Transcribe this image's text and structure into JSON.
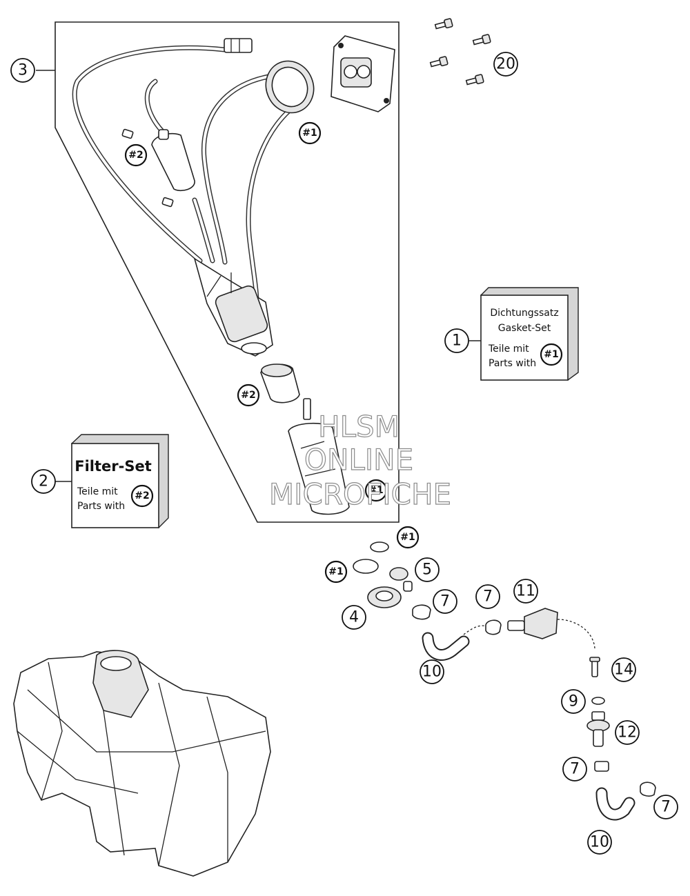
{
  "callouts": {
    "c1": "1",
    "c2": "2",
    "c3": "3",
    "c4": "4",
    "c5": "5",
    "c7": "7",
    "c9": "9",
    "c10": "10",
    "c11": "11",
    "c12": "12",
    "c14": "14",
    "c20": "20"
  },
  "refs": {
    "r1": "#1",
    "r2": "#2"
  },
  "gasket_box": {
    "line1": "Dichtungssatz",
    "line2": "Gasket-Set",
    "line3": "Teile mit",
    "line4": "Parts with"
  },
  "filter_box": {
    "title": "Filter-Set",
    "line1": "Teile mit",
    "line2": "Parts with"
  },
  "watermark": {
    "line1": "HLSM",
    "line2": "ONLINE",
    "line3": "MICROFICHE"
  }
}
